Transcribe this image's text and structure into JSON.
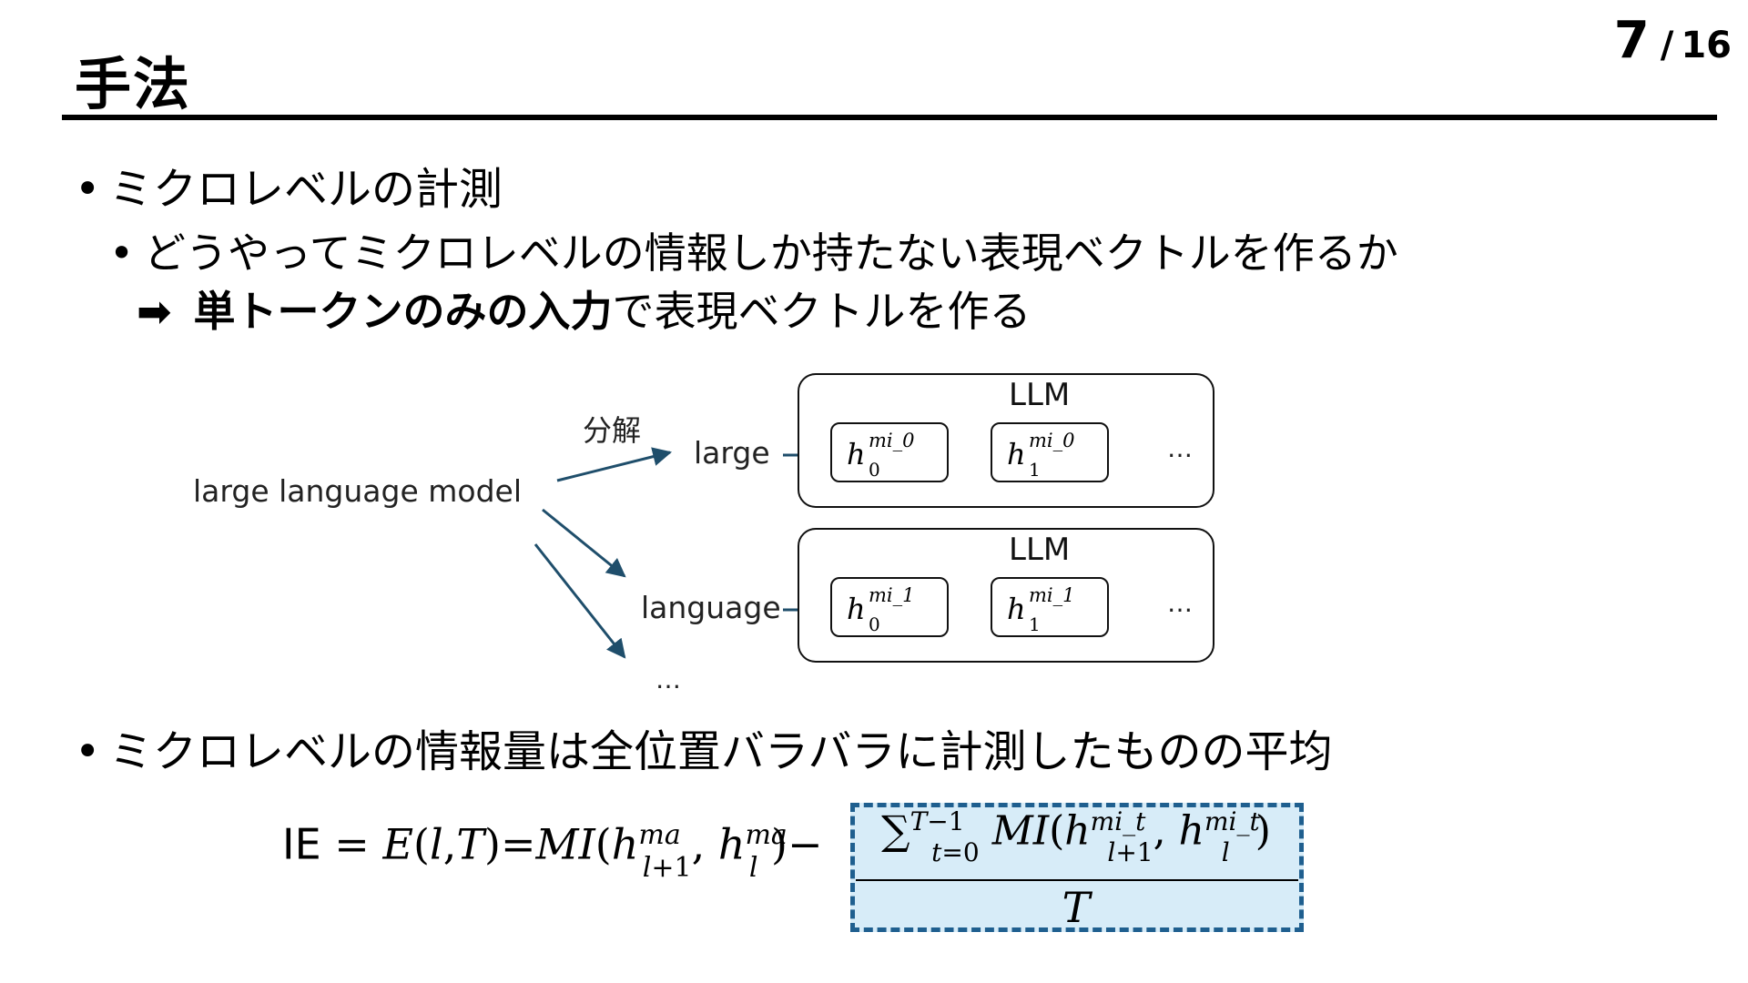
{
  "slide": {
    "title": "手法",
    "page_current": "7",
    "page_separator": "/",
    "page_total": "16"
  },
  "bullets": {
    "b1": "ミクロレベルの計測",
    "b1_sub": "どうやってミクロレベルの情報しか持たない表現ベクトルを作るか",
    "arrow_symbol": "➡",
    "arrow_bold": "単トークンのみの入力",
    "arrow_rest": "で表現ベクトルを作る",
    "b2": "ミクロレベルの情報量は全位置バラバラに計測したものの平均",
    "bullet_char": "•"
  },
  "diagram": {
    "input_text": "large language model",
    "decompose_label": "分解",
    "token_1": "large",
    "token_2": "language",
    "more_tokens": "…",
    "llm_label": "LLM",
    "ellipsis": "…",
    "h": "h",
    "row1_sup": "mi_0",
    "row2_sup": "mi_1",
    "layer0": "0",
    "layer1": "1",
    "arrow_color": "#1f4e6b"
  },
  "formula": {
    "lhs": "IE = E(l,T)=MI(h",
    "full_text": "IE = E(l,T)=MI(h_{l+1}^{ma}, h_l^{ma}) − (Σ_{t=0}^{T−1} MI(h_{l+1}^{mi_t}, h_l^{mi_t})) / T",
    "highlight_color": "#d7ecf8",
    "highlight_border": "#1f5f8f"
  }
}
